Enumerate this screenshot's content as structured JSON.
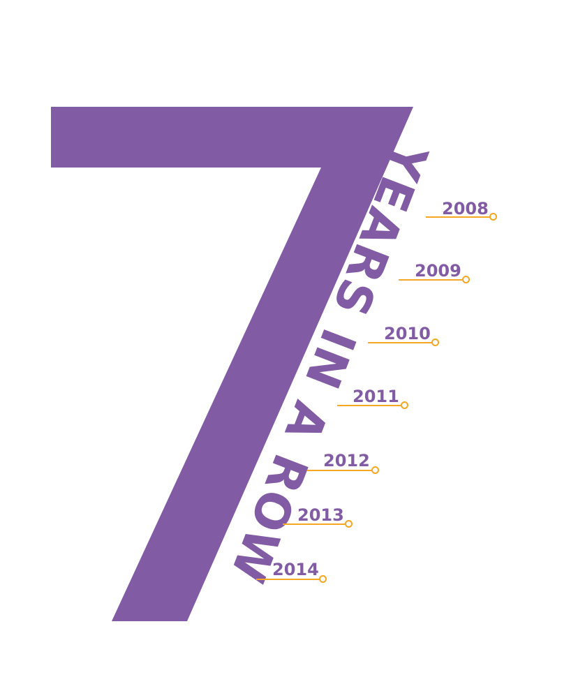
{
  "graphic": {
    "numeral": "7",
    "slogan": "YEARS IN A ROW",
    "years": [
      "2008",
      "2009",
      "2010",
      "2011",
      "2012",
      "2013",
      "2014"
    ]
  },
  "colors": {
    "purple": "#825BA5",
    "orange": "#F5A623",
    "background": "#FFFFFF"
  }
}
